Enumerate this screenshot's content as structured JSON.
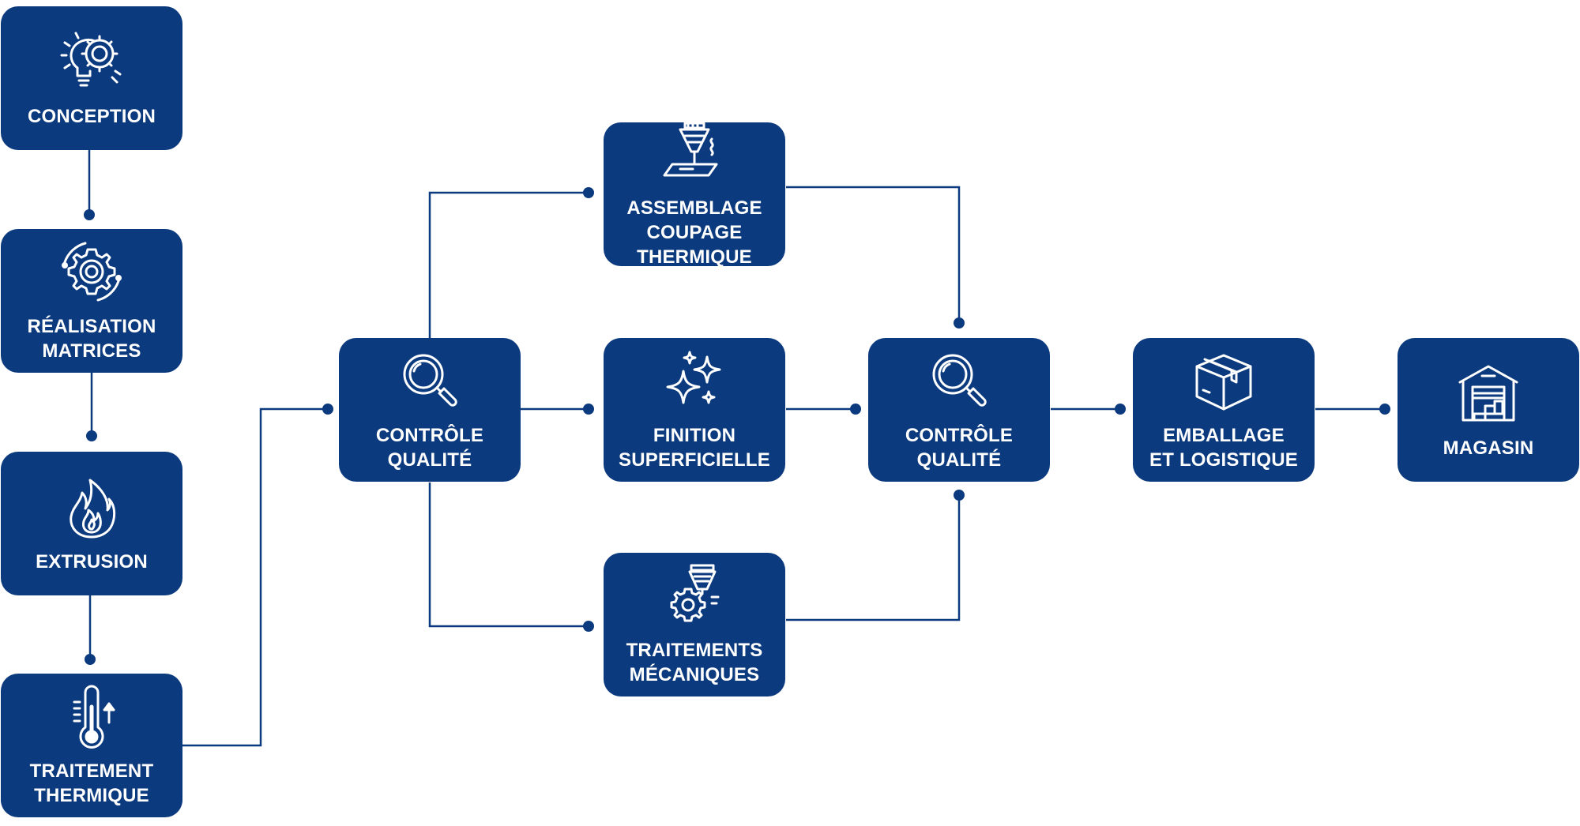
{
  "colors": {
    "box": "#0c3a7e",
    "line": "#0c3a7e",
    "text": "#ffffff",
    "background": "#ffffff"
  },
  "nodes": {
    "conception": {
      "label": "CONCEPTION",
      "icon": "lightbulb-gear-icon"
    },
    "realisation": {
      "label": "RÉALISATION\nMATRICES",
      "icon": "gear-icon"
    },
    "extrusion": {
      "label": "EXTRUSION",
      "icon": "flame-icon"
    },
    "traitement_thermique": {
      "label": "TRAITEMENT\nTHERMIQUE",
      "icon": "thermometer-icon"
    },
    "controle_qualite_1": {
      "label": "CONTRÔLE\nQUALITÉ",
      "icon": "magnifier-icon"
    },
    "assemblage": {
      "label": "ASSEMBLAGE\nCOUPAGE\nTHERMIQUE",
      "icon": "laser-cutter-icon"
    },
    "finition": {
      "label": "FINITION\nSUPERFICIELLE",
      "icon": "sparkles-icon"
    },
    "traitements_mecaniques": {
      "label": "TRAITEMENTS\nMÉCANIQUES",
      "icon": "milling-gear-icon"
    },
    "controle_qualite_2": {
      "label": "CONTRÔLE\nQUALITÉ",
      "icon": "magnifier-icon"
    },
    "emballage": {
      "label": "EMBALLAGE\nET LOGISTIQUE",
      "icon": "box-icon"
    },
    "magasin": {
      "label": "MAGASIN",
      "icon": "warehouse-icon"
    }
  },
  "edges": [
    [
      "conception",
      "realisation"
    ],
    [
      "realisation",
      "extrusion"
    ],
    [
      "extrusion",
      "traitement_thermique"
    ],
    [
      "traitement_thermique",
      "controle_qualite_1"
    ],
    [
      "controle_qualite_1",
      "assemblage"
    ],
    [
      "controle_qualite_1",
      "finition"
    ],
    [
      "controle_qualite_1",
      "traitements_mecaniques"
    ],
    [
      "assemblage",
      "controle_qualite_2"
    ],
    [
      "finition",
      "controle_qualite_2"
    ],
    [
      "traitements_mecaniques",
      "controle_qualite_2"
    ],
    [
      "controle_qualite_2",
      "emballage"
    ],
    [
      "emballage",
      "magasin"
    ]
  ]
}
